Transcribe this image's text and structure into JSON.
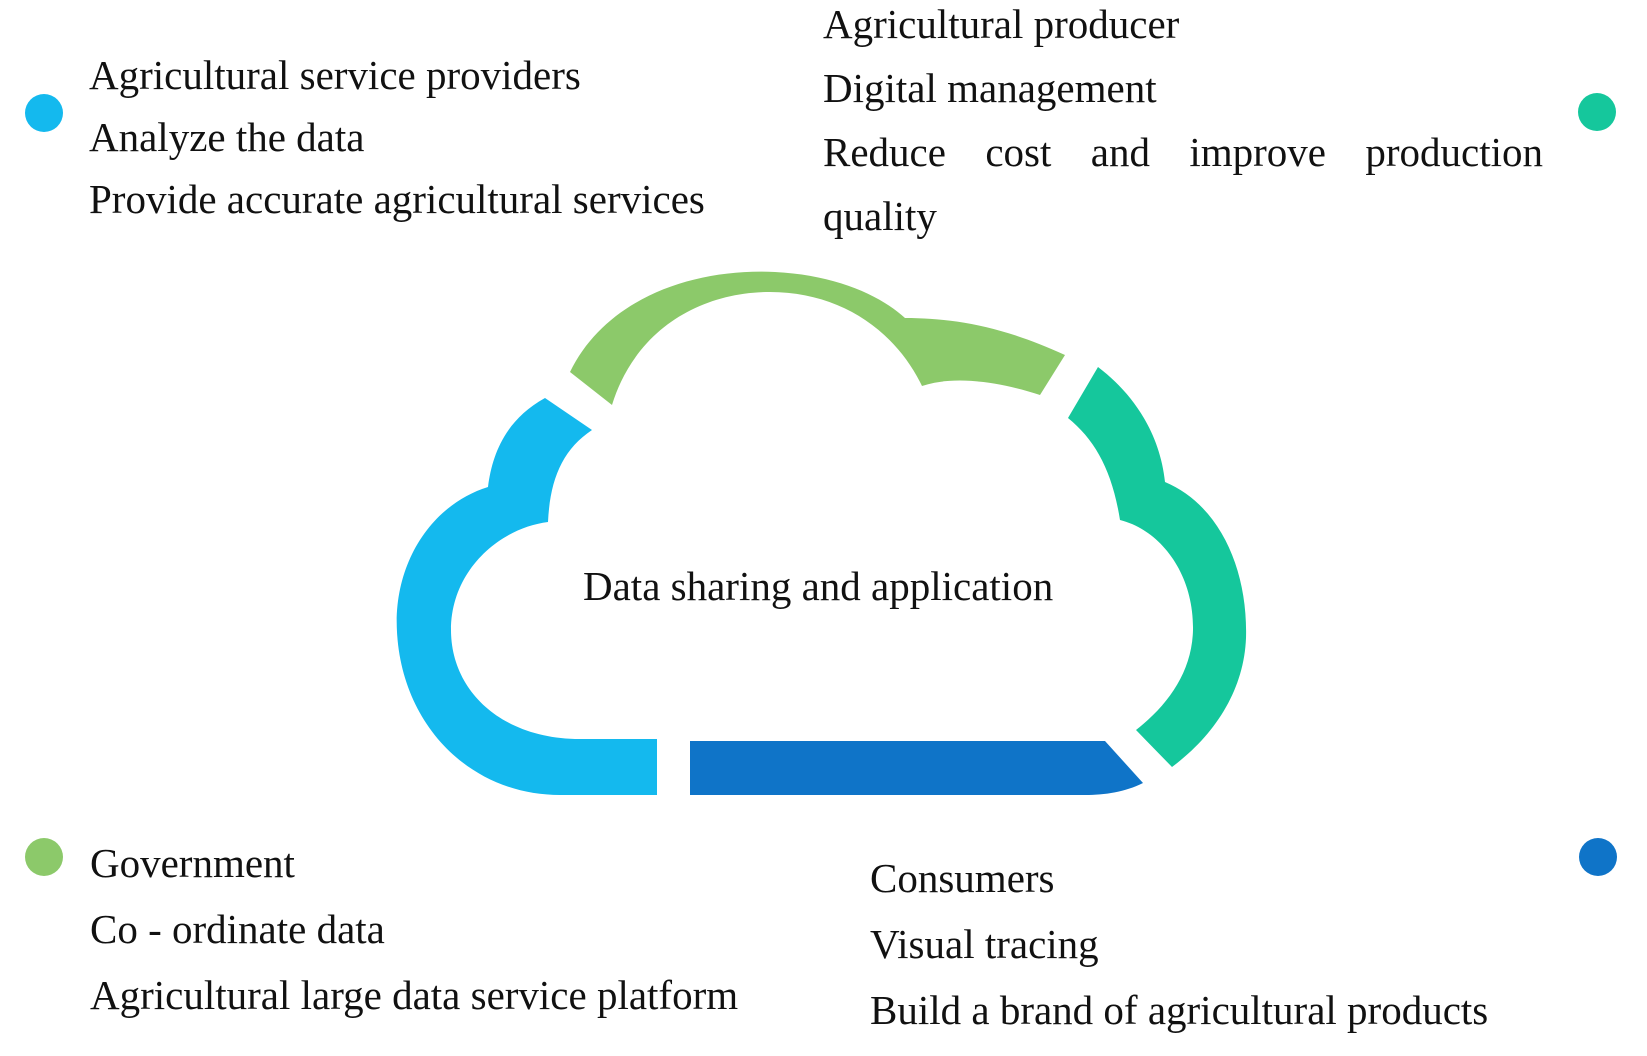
{
  "center": {
    "label": "Data sharing and application"
  },
  "colors": {
    "light_blue": "#14b9ee",
    "light_green": "#8cc96a",
    "teal": "#15c79c",
    "dark_blue": "#0f74c8"
  },
  "groups": {
    "top_left": {
      "title": "Agricultural service providers",
      "line2": "Analyze the data",
      "line3": "Provide accurate agricultural services"
    },
    "top_right": {
      "title": "Agricultural producer",
      "line2": "Digital management",
      "line3": "Reduce cost and improve production",
      "line4": "quality"
    },
    "bottom_left": {
      "title": "Government",
      "line2": "Co - ordinate data",
      "line3": "Agricultural large data service platform"
    },
    "bottom_right": {
      "title": "Consumers",
      "line2": "Visual tracing",
      "line3": "Build a brand of agricultural products"
    }
  }
}
